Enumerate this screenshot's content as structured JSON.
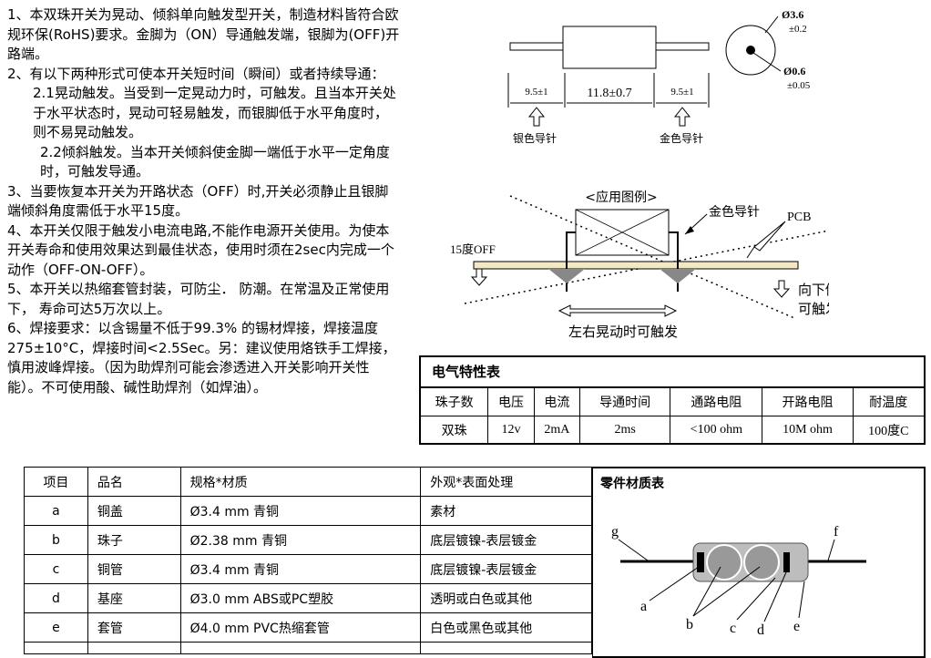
{
  "instructions": [
    "1、本双珠开关为晃动、倾斜单向触发型开关，制造材料皆符合欧规环保(RoHS)要求。金脚为（ON）导通触发端，银脚为(OFF)开路端。",
    "2、有以下两种形式可使本开关短时间（瞬间）或者持续导通：",
    "2.1晃动触发。当受到一定晃动力时，可触发。且当本开关处于水平状态时，晃动可轻易触发，而银脚低于水平角度时，则不易晃动触发。",
    "2.2倾斜触发。当本开关倾斜使金脚一端低于水平一定角度时，可触发导通。",
    "3、当要恢复本开关为开路状态（OFF）时,开关必须静止且银脚端倾斜角度需低于水平15度。",
    "4、本开关仅限于触发小电流电路,不能作电源开关使用。为使本开关寿命和使用效果达到最佳状态，使用时须在2sec内完成一个动作（OFF-ON-OFF）。",
    "5、本开关以热缩套管封装，可防尘． 防潮。在常温及正常使用下， 寿命可达5万次以上。",
    "6、焊接要求：以含锡量不低于99.3% 的锡材焊接，焊接温度275±10°C，焊接时间<2.5Sec。另：建议使用烙铁手工焊接，慎用波峰焊接。（因为助焊剂可能会渗透进入开关影响开关性能）。不可使用酸、碱性助焊剂（如焊油）。"
  ],
  "dimension_drawing": {
    "dia_body": "Ø3.6",
    "dia_body_tol": "±0.2",
    "dia_pin": "Ø0.6",
    "dia_pin_tol": "±0.05",
    "len_left": "9.5±1",
    "len_body": "11.8±0.7",
    "len_right": "9.5±1",
    "label_silver": "银色导针",
    "label_gold": "金色导针"
  },
  "application_drawing": {
    "title": "<应用图例>",
    "gold_pin": "金色导针",
    "pcb": "PCB",
    "off_label": "15度OFF",
    "tilt_line1": "向下倾斜",
    "tilt_line2": "可触发",
    "shake_label": "左右晃动时可触发"
  },
  "electrical_table": {
    "title": "电气特性表",
    "headers": [
      "珠子数",
      "电压",
      "电流",
      "导通时间",
      "通路电阻",
      "开路电阻",
      "耐温度"
    ],
    "row": [
      "双珠",
      "12v",
      "2mA",
      "2ms",
      "<100 ohm",
      "10M ohm",
      "100度C"
    ]
  },
  "parts_table": {
    "headers": [
      "项目",
      "品名",
      "规格*材质",
      "外观*表面处理"
    ],
    "rows": [
      [
        "a",
        "铜盖",
        "Ø3.4 mm 青铜",
        "素材"
      ],
      [
        "b",
        "珠子",
        "Ø2.38 mm 青铜",
        "底层镀镍-表层镀金"
      ],
      [
        "c",
        "铜管",
        "Ø3.4 mm 青铜",
        "底层镀镍-表层镀金"
      ],
      [
        "d",
        "基座",
        "Ø3.0 mm   ABS或PC塑胶",
        "透明或白色或其他"
      ],
      [
        "e",
        "套管",
        "Ø4.0 mm PVC热缩套管",
        "白色或黑色或其他"
      ]
    ]
  },
  "material_diagram": {
    "title": "零件材质表",
    "labels": [
      "g",
      "f",
      "a",
      "b",
      "c",
      "d",
      "e"
    ]
  },
  "colors": {
    "shadow": "#888888",
    "pcb": "#f3e7c4",
    "tube": "#bdbdbd"
  }
}
